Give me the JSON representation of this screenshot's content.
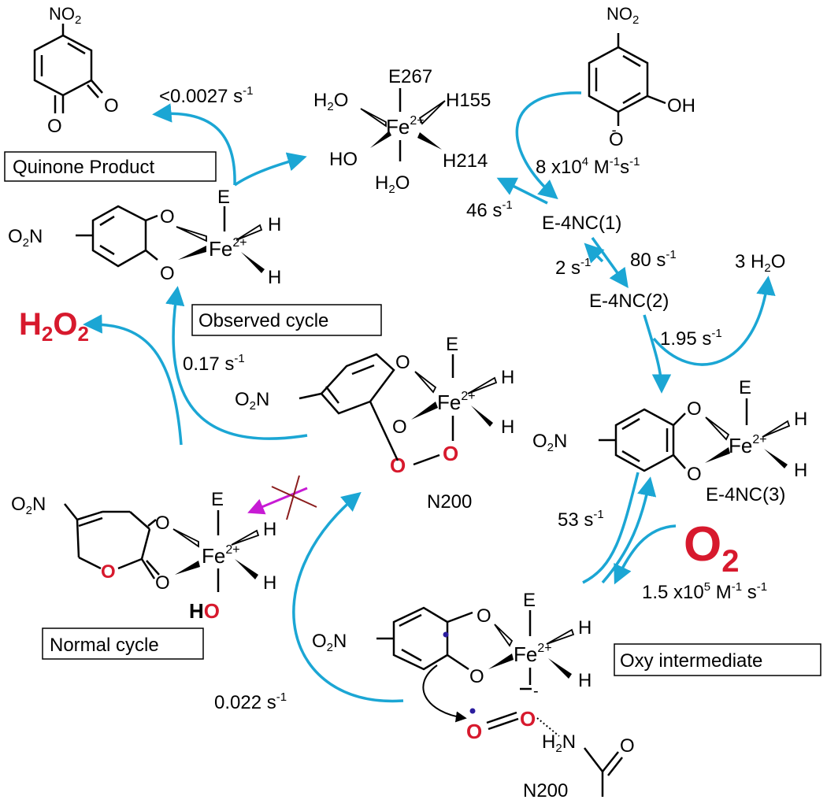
{
  "colors": {
    "arrow": "#1ba6d4",
    "highlight": "#d7192d",
    "inhibit_arrow": "#c71bd4",
    "cross": "#8b1d1d",
    "radical_dot": "#2b1d9e"
  },
  "labels": {
    "quinone_product": "Quinone Product",
    "observed_cycle": "Observed cycle",
    "normal_cycle": "Normal cycle",
    "oxy_intermediate": "Oxy intermediate",
    "h2o2_h": "H",
    "h2o2_2a": "2",
    "h2o2_o": "O",
    "h2o2_2b": "2",
    "three_water": "3 H",
    "three_water_sub": "2",
    "three_water_o": "O",
    "o2_o": "O",
    "o2_sub": "2"
  },
  "rates": {
    "quinone": {
      "main": "<0.0027 s",
      "sup": "-1"
    },
    "bind_fwd": {
      "main": "8 x10",
      "sup1": "4",
      "mid": " M",
      "sup2": "-1",
      "tail": "s",
      "sup3": "-1"
    },
    "bind_rev": {
      "main": "46 s",
      "sup": "-1"
    },
    "step2_fwd": {
      "main": "80 s",
      "sup": "-1"
    },
    "step2_rev": {
      "main": "2 s",
      "sup": "-1"
    },
    "water": {
      "main": "1.95 s",
      "sup": "-1"
    },
    "observed": {
      "main": "0.17 s",
      "sup": "-1"
    },
    "o2_rev": {
      "main": "53 s",
      "sup": "-1"
    },
    "o2_fwd": {
      "main": "1.5 x10",
      "sup1": "5",
      "mid": " M",
      "sup2": "-1",
      "tail": " s",
      "sup3": "-1"
    },
    "oxy": {
      "main": "0.022 s",
      "sup": "-1"
    }
  },
  "species": {
    "e4nc1": "E-4NC(1)",
    "e4nc2": "E-4NC(2)",
    "e4nc3": "E-4NC(3)",
    "n200_center": "N200",
    "n200_bottom": "N200"
  },
  "resting": {
    "e267": "E267",
    "h155": "H155",
    "h214": "H214",
    "ho": "HO",
    "h2o_top": "H",
    "h2o_top_sub": "2",
    "h2o_top_o": "O",
    "h2o_bot": "H",
    "h2o_bot_sub": "2",
    "h2o_bot_o": "O"
  },
  "atoms": {
    "fe": "Fe",
    "fe_charge": "2+",
    "e": "E",
    "h": "H",
    "o": "O",
    "oh_h": "H",
    "oh_o": "O",
    "o_minus": "-",
    "no2_left_o": "O",
    "no2_left_sub": "2",
    "no2_left_n": "N",
    "no2_top_n": "NO",
    "no2_top_sub": "2",
    "oh_label": "OH",
    "nh2_h": "H",
    "nh2_sub": "2",
    "nh2_n": "N"
  }
}
